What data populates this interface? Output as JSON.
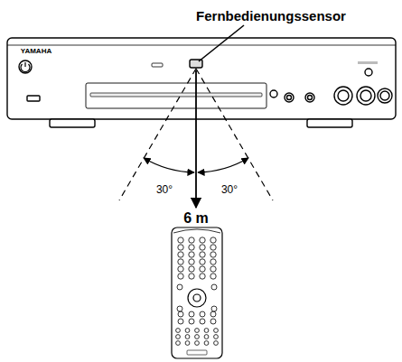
{
  "diagram": {
    "labels": [
      "Fernbedienungssensor",
      "30°",
      "30°",
      "6 m",
      "YAMAHA"
    ]
  }
}
